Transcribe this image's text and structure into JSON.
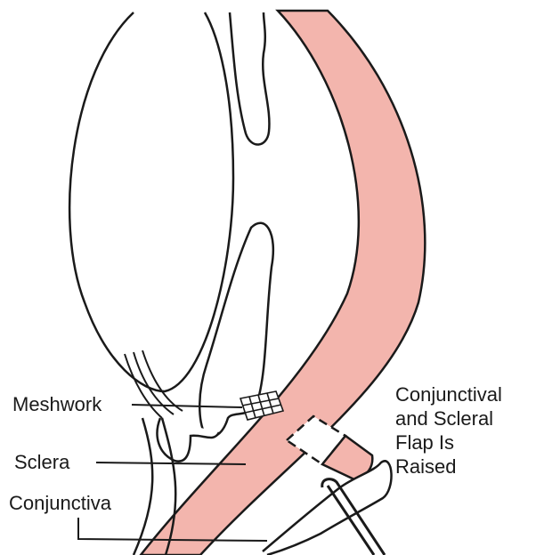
{
  "labels": {
    "meshwork": "Meshwork",
    "sclera": "Sclera",
    "conjunctiva": "Conjunctiva",
    "flap": [
      "Conjunctival",
      "and Scleral",
      "Flap Is",
      "Raised"
    ]
  },
  "colors": {
    "sclera_fill": "#f3b5ad",
    "line": "#1a1a1a",
    "background": "#ffffff"
  }
}
